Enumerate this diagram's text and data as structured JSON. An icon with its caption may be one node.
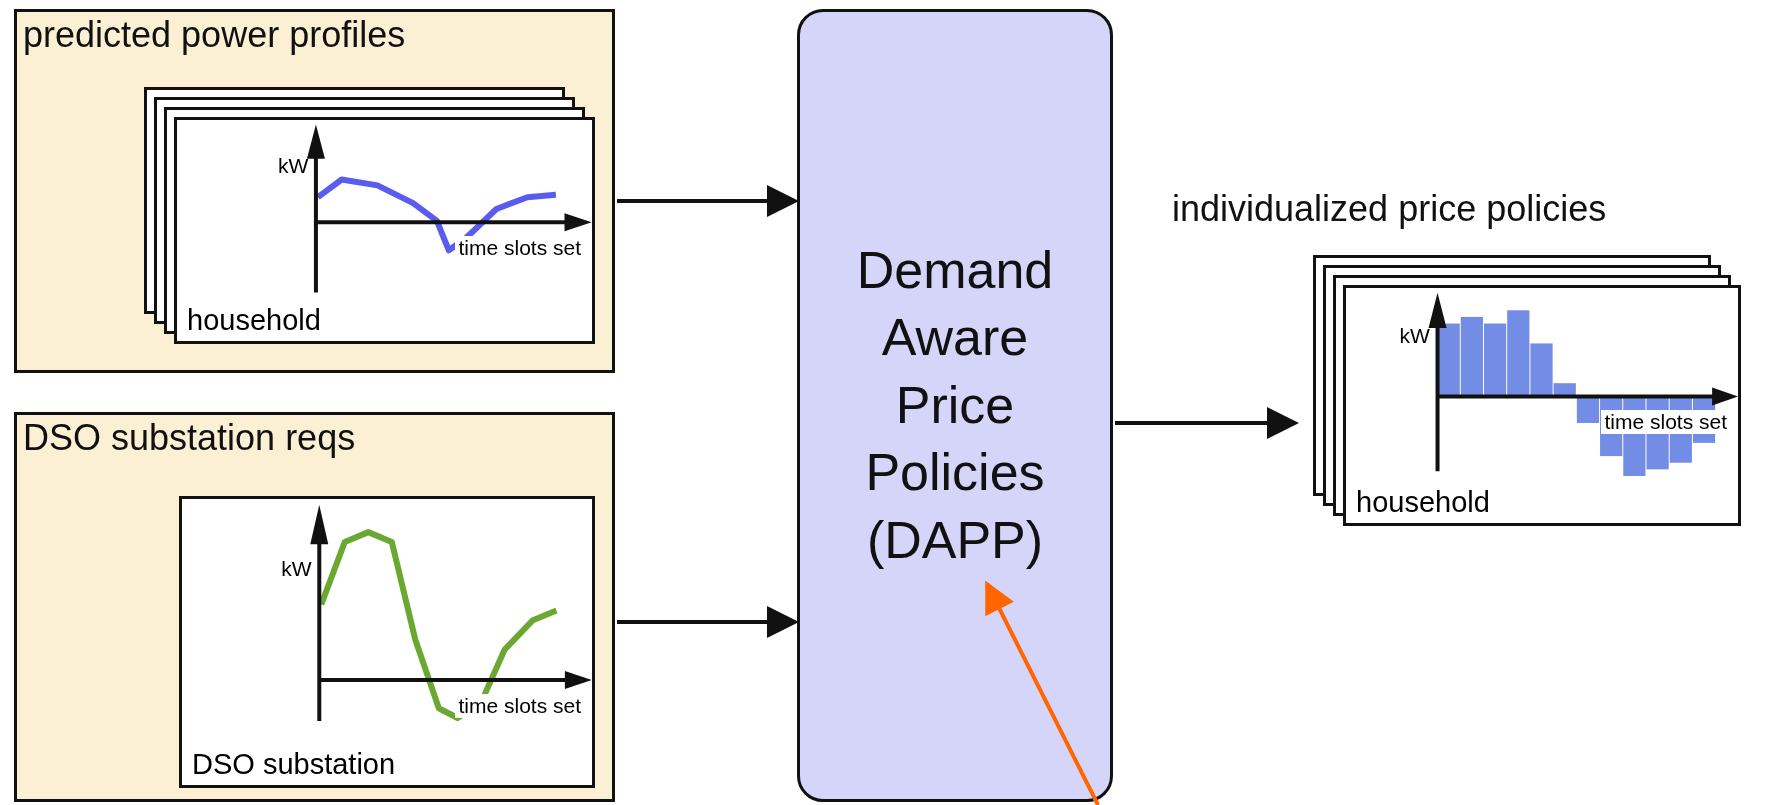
{
  "diagram": {
    "nodes": [
      {
        "text": [
          "predicted power profiles"
        ]
      },
      {
        "text": [
          "kW",
          "time slots set",
          "household"
        ],
        "in": 0
      },
      {
        "text": [
          "DSO substation reqs"
        ]
      },
      {
        "text": [
          "kW",
          "time slots set",
          "DSO substation"
        ],
        "in": 2
      },
      {
        "text": [
          "Demand Aware Price Policies (DAPP)"
        ]
      },
      {
        "text": [
          "kW",
          "time slots set",
          "household"
        ],
        "beside": [
          "individualized price policies"
        ]
      }
    ],
    "edges": [
      {
        "from": 0,
        "to": 4,
        "arrow": "to"
      },
      {
        "from": 2,
        "to": 4,
        "arrow": "to"
      },
      {
        "from": 4,
        "to": 5,
        "arrow": "to"
      },
      {
        "from": null,
        "to": 4,
        "arrow": "to",
        "color": "#ff6600"
      }
    ]
  }
}
